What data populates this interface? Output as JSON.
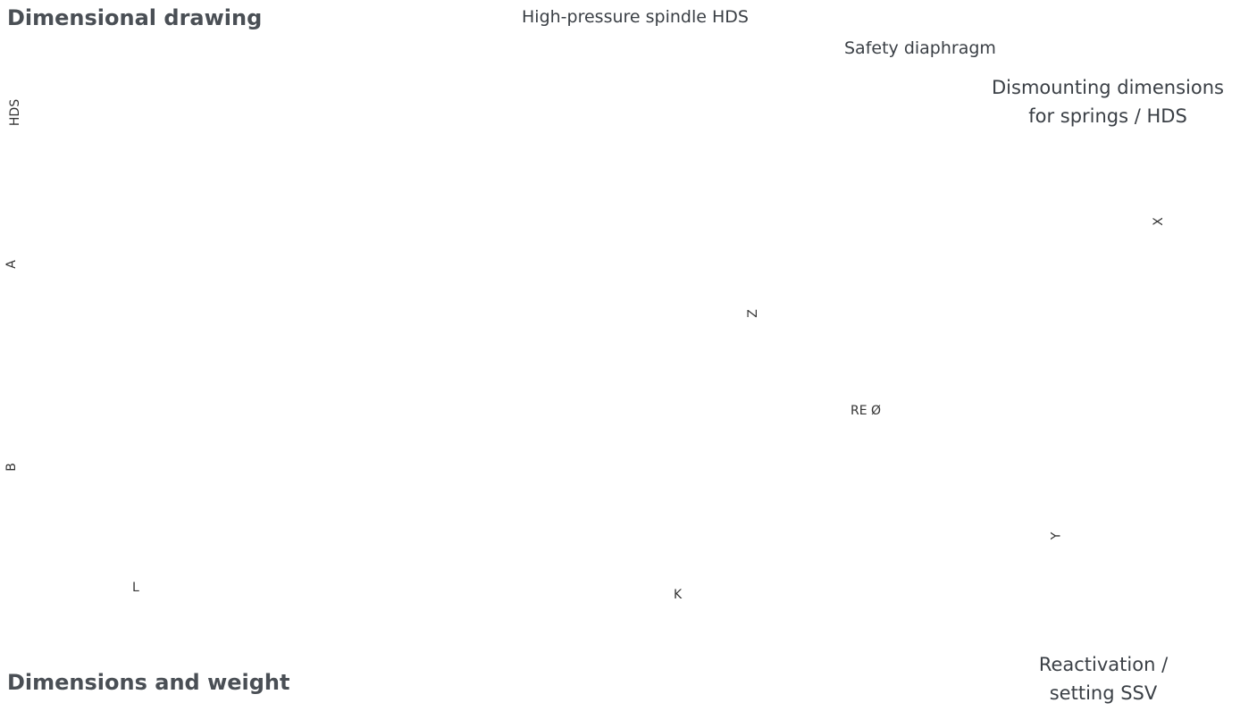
{
  "headings": {
    "drawing": "Dimensional drawing",
    "dimensions": "Dimensions and weight"
  },
  "callouts": {
    "hds": "High-pressure spindle HDS",
    "diaphragm": "Safety diaphragm"
  },
  "dimension_labels": {
    "hds": "HDS",
    "a": "A",
    "b": "B",
    "l": "L",
    "k": "K",
    "z": "Z",
    "re": "RE Ø",
    "x": "X",
    "y": "Y"
  },
  "captions": {
    "dismount_line1": "Dismounting dimensions",
    "dismount_line2": "for springs / HDS",
    "react_line1": "Reactivation /",
    "react_line2": "setting SSV"
  },
  "colors": {
    "line": "#333333",
    "callout": "#1d5fa6",
    "arrow": "#c9b400"
  }
}
